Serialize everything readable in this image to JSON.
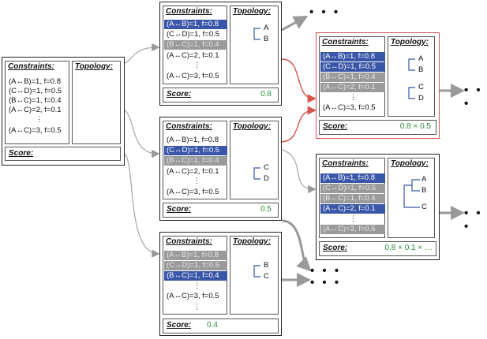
{
  "labels": {
    "constraints": "Constraints:",
    "topology": "Topology:",
    "score": "Score:"
  },
  "ellipsis": "• • •",
  "vdots": "⋮",
  "nodes": {
    "root": {
      "rows": [
        "(A↔B)=1, f=0.8",
        "(C↔D)=1, f=0.5",
        "(B↔C)=1, f=0.4",
        "(A↔C)=2, f=0.1",
        "(A↔C)=3, f=0.5"
      ],
      "score": ""
    },
    "n1": {
      "rows": [
        "(A↔B)=1, f=0.8",
        "(C↔D)=1, f=0.5",
        "(B↔C)=1, f=0.4",
        "(A↔C)=2, f=0.1",
        "(A↔C)=3, f=0.5"
      ],
      "leaves": [
        "A",
        "B"
      ],
      "score": "0.8"
    },
    "n2": {
      "rows": [
        "(A↔B)=1, f=0.8",
        "(C↔D)=1, f=0.5",
        "(B↔C)=1, f=0.4",
        "(A↔C)=2, f=0.1",
        "(A↔C)=3, f=0.5"
      ],
      "leaves": [
        "C",
        "D"
      ],
      "score": "0.5"
    },
    "n3": {
      "rows": [
        "(A↔B)=1, f=0.8",
        "(C↔D)=1, f=0.5",
        "(B↔C)=1, f=0.4",
        "(A↔C)=2, f=0.1",
        "(A↔C)=3, f=0.5"
      ],
      "leaves": [
        "B",
        "C"
      ],
      "score": "0.4"
    },
    "n4": {
      "rows": [
        "(A↔B)=1, f=0.8",
        "(C↔D)=1, f=0.5",
        "(B↔C)=1, f=0.4",
        "(A↔C)=2, f=0.1",
        "(A↔C)=3, f=0.5"
      ],
      "leaves": [
        "A",
        "B",
        "C",
        "D"
      ],
      "score": "0.8 × 0.5"
    },
    "n5": {
      "rows": [
        "(A↔B)=1, f=0.8",
        "(C↔D)=1, f=0.5",
        "(B↔C)=1, f=0.4",
        "(A↔C)=2, f=0.1",
        "(A↔C)=3, f=0.5"
      ],
      "leaves": [
        "A",
        "B",
        "C"
      ],
      "score": "0.8 × 0.1 × …"
    }
  },
  "colors": {
    "selected": "#3a56a8",
    "disabled": "#9a9a9a",
    "score": "#2e8b3a",
    "highlight_border": "#d9534f",
    "arrow_gray": "#9a9a9a",
    "arrow_red": "#d9534f"
  }
}
